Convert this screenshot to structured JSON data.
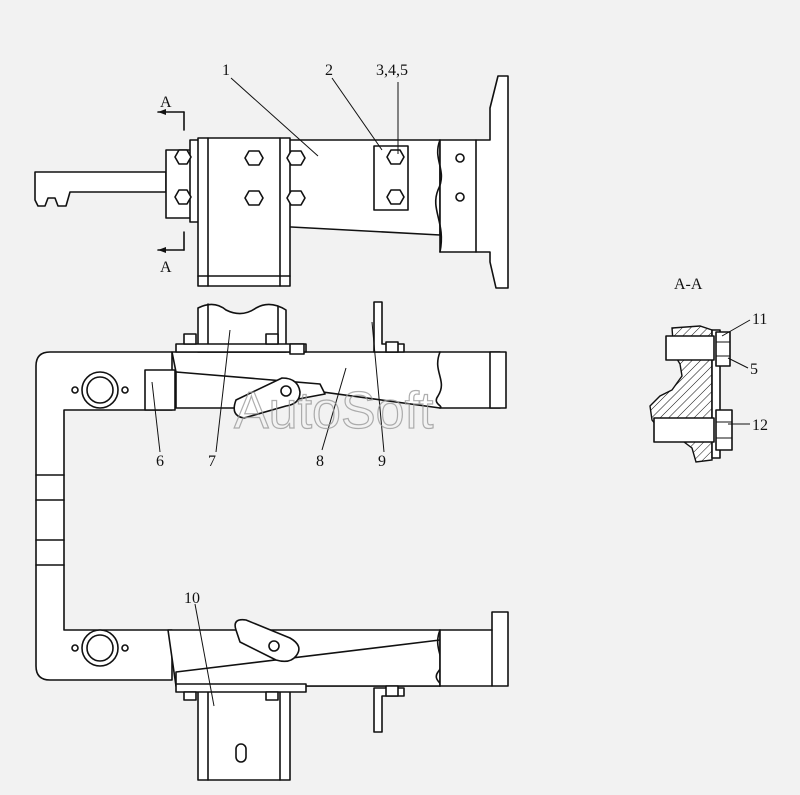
{
  "section_marks": {
    "top": "A",
    "bottom": "A",
    "view_title": "A-A"
  },
  "callouts": {
    "c1": "1",
    "c2": "2",
    "c345": "3,4,5",
    "c6": "6",
    "c7": "7",
    "c8": "8",
    "c9": "9",
    "c10": "10",
    "c11": "11",
    "c5": "5",
    "c12": "12"
  },
  "watermark": "AutoSoft",
  "colors": {
    "background": "#f2f2f2",
    "ink": "#111111",
    "watermark": "#9a9a9a"
  }
}
